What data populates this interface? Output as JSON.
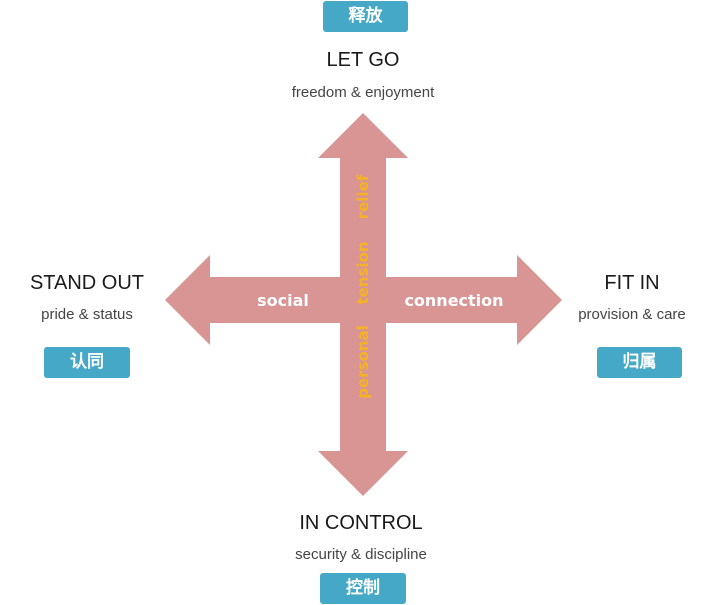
{
  "colors": {
    "arrow": "#d99494",
    "badge": "#46a8c7",
    "axis_label": "#ffffff",
    "vertical_label": "#f5b324"
  },
  "top": {
    "badge": "释放",
    "title": "LET GO",
    "subtitle": "freedom & enjoyment"
  },
  "left": {
    "badge": "认同",
    "title": "STAND OUT",
    "subtitle": "pride & status"
  },
  "right": {
    "badge": "归属",
    "title": "FIT IN",
    "subtitle": "provision & care"
  },
  "bottom": {
    "badge": "控制",
    "title": "IN CONTROL",
    "subtitle": "security & discipline"
  },
  "arrow_labels": {
    "left": "social",
    "right": "connection",
    "up": "relief",
    "center": "tension",
    "down": "personal"
  }
}
